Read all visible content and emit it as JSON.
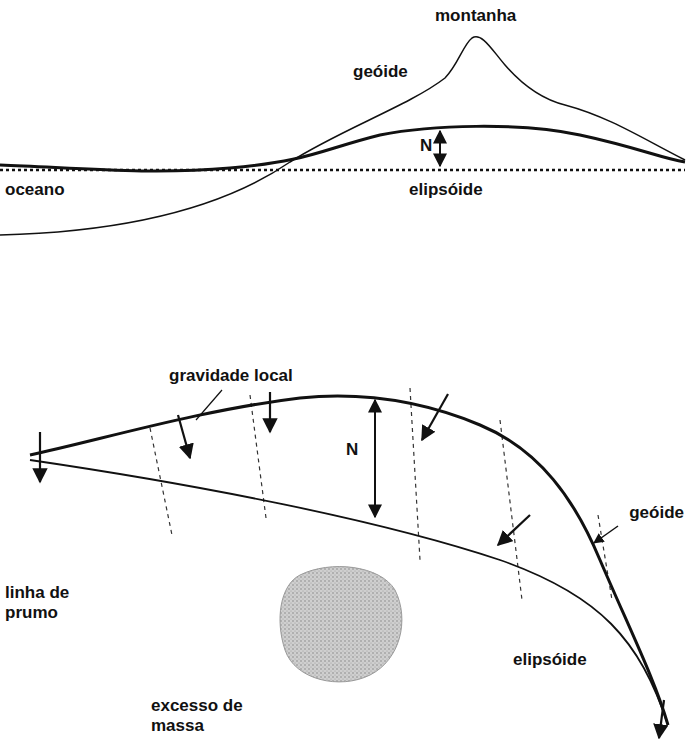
{
  "diagram": {
    "labels": [
      "montanha",
      "geóide",
      "N",
      "oceano",
      "elipsóide",
      "gravidade local",
      "N",
      "geóide",
      "linha de prumo",
      "elipsóide",
      "excesso de massa"
    ]
  }
}
